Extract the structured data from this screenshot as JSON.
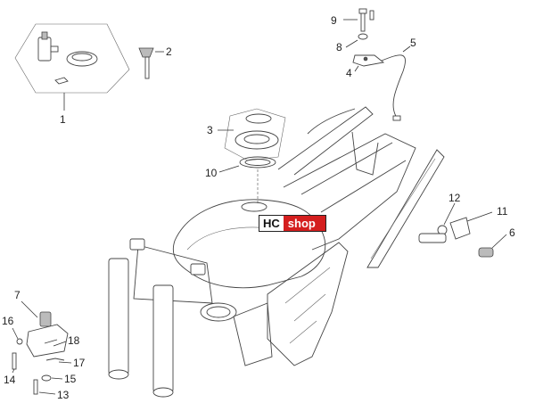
{
  "logo": {
    "part1": "HC",
    "part2": "shop"
  },
  "callouts": [
    "1",
    "2",
    "3",
    "4",
    "5",
    "6",
    "7",
    "8",
    "9",
    "10",
    "11",
    "12",
    "13",
    "14",
    "15",
    "16",
    "17",
    "18"
  ]
}
